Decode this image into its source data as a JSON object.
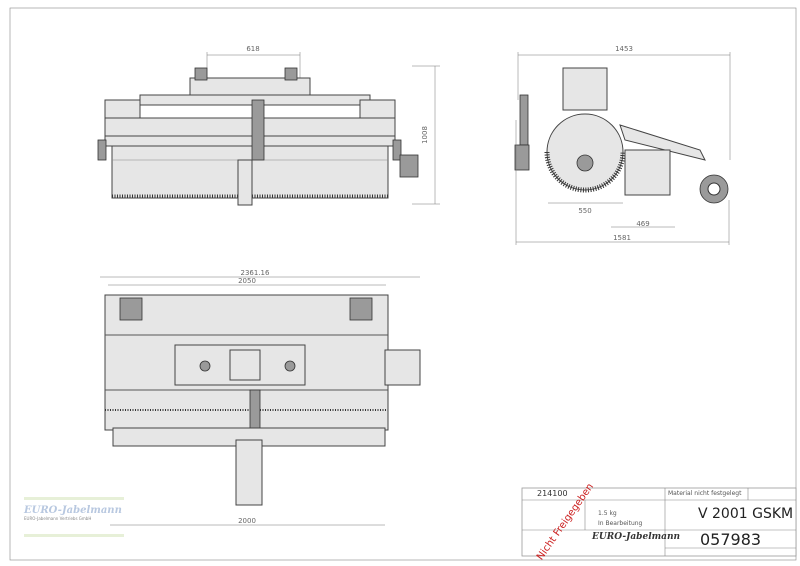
{
  "dimensions": {
    "front_width_top": "618",
    "front_height": "1008",
    "side_width_top": "1453",
    "side_550": "550",
    "side_469": "469",
    "side_total": "1581",
    "top_overall": "2361.16",
    "top_inner": "2050",
    "top_bottom": "2000"
  },
  "title_block": {
    "article_no": "214100",
    "material": "Material nicht festgelegt",
    "weight": "1.5 kg",
    "status": "In Bearbeitung",
    "name": "V 2001 GSKM",
    "drawing_no": "057983",
    "stamp": "Nicht Freigegeben",
    "stamp_color": "#cc2222",
    "logo": "EURO-Jabelmann"
  },
  "watermark": {
    "logo": "EURO-Jabelmann",
    "company": "EURO-Jabelmann Vertriebs GmbH"
  }
}
